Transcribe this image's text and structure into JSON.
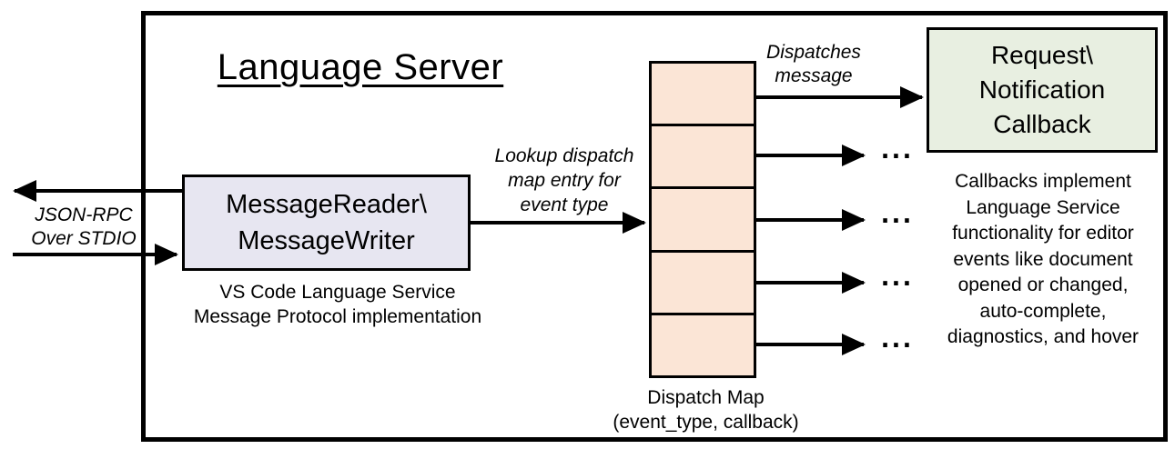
{
  "diagram": {
    "title": "Language Server",
    "stdio": {
      "lines": [
        "JSON-RPC",
        "Over STDIO"
      ]
    },
    "reader": {
      "lines": [
        "MessageReader\\",
        "MessageWriter"
      ],
      "caption": [
        "VS Code Language Service",
        "Message Protocol implementation"
      ]
    },
    "lookup": {
      "lines": [
        "Lookup dispatch",
        "map entry for",
        "event type"
      ]
    },
    "dispatches": {
      "lines": [
        "Dispatches",
        "message"
      ]
    },
    "callback": {
      "lines": [
        "Request\\",
        "Notification",
        "Callback"
      ],
      "note": [
        "Callbacks implement",
        "Language Service",
        "functionality for editor",
        "events like document",
        "opened or changed,",
        "auto-complete,",
        "diagnostics, and hover"
      ]
    },
    "map": {
      "caption": [
        "Dispatch Map",
        "(event_type, callback)"
      ],
      "cell_count": 5
    },
    "ellipsis": "...",
    "colors": {
      "reader_fill": "#E7E6F1",
      "map_fill": "#FBE5D6",
      "callback_fill": "#E8EFE1",
      "stroke": "#000000"
    }
  }
}
